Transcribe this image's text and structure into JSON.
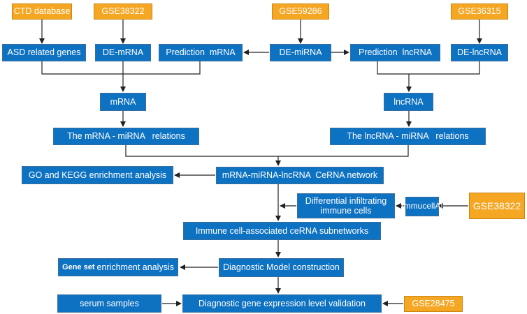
{
  "colors": {
    "blue_box": "#0e72c2",
    "orange_box": "#f5a623",
    "arrow": "#222222"
  },
  "nodes": {
    "ctd": "CTD database",
    "gse38322_top": "GSE38322",
    "gse59286": "GSE59286",
    "gse36315": "GSE36315",
    "asd_genes": "ASD related genes",
    "de_mrna": "DE-mRNA",
    "pred_mrna": "Prediction  mRNA",
    "de_mirna": "DE-miRNA",
    "pred_lncrna": "Prediction  lncRNA",
    "de_lncrna": "DE-lncRNA",
    "mrna": "mRNA",
    "lncrna": "lncRNA",
    "mrna_mirna_rel": "The mRNA - miRNA   relations",
    "lncrna_mirna_rel": "The lncRNA - miRNA   relations",
    "go_kegg": "GO and KEGG enrichment analysis",
    "cerna_network": "mRNA-miRNA-lncRNA  CeRNA network",
    "diff_infiltrating_line1": "Differential infiltrating",
    "diff_infiltrating_line2": "immune cells",
    "immucellai": "ImmucellAI",
    "gse38322_right": "GSE38322",
    "immune_subnetworks": "Immune cell-associated ceRNA subnetworks",
    "gsea_bold": "Gene set",
    "gsea_rest": "enrichment analysis",
    "diag_model": "Diagnostic Model construction",
    "serum": "serum samples",
    "diag_validation": "Diagnostic gene expression level validation",
    "gse28475": "GSE28475"
  }
}
